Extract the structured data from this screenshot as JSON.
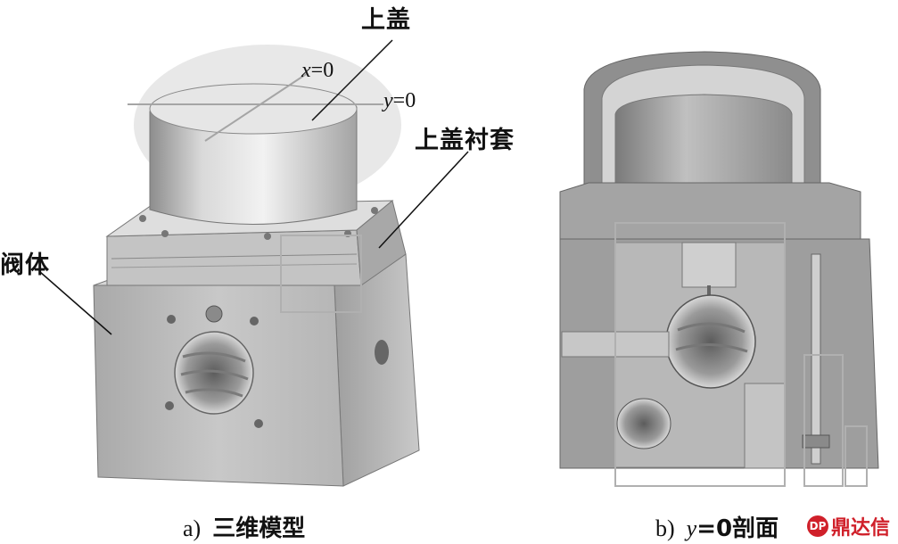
{
  "labels": {
    "upper_cover": "上盖",
    "upper_cover_bushing": "上盖衬套",
    "valve_body": "阀体",
    "plane_x_var": "x",
    "plane_x_rest": "=0",
    "plane_y_var": "y",
    "plane_y_rest": "=0"
  },
  "captions": {
    "a_prefix": "a)",
    "a_text": "三维模型",
    "b_prefix": "b)",
    "b_var": "y",
    "b_rest": "=0剖面"
  },
  "watermark": {
    "icon_text": "DP",
    "text": "鼎达信"
  },
  "colors": {
    "metal_light": "#e8e8e8",
    "metal_mid": "#b9b9b9",
    "metal_dark": "#6f6f6f",
    "highlight_box": "#b0b0b0",
    "watermark": "#d0202a"
  }
}
